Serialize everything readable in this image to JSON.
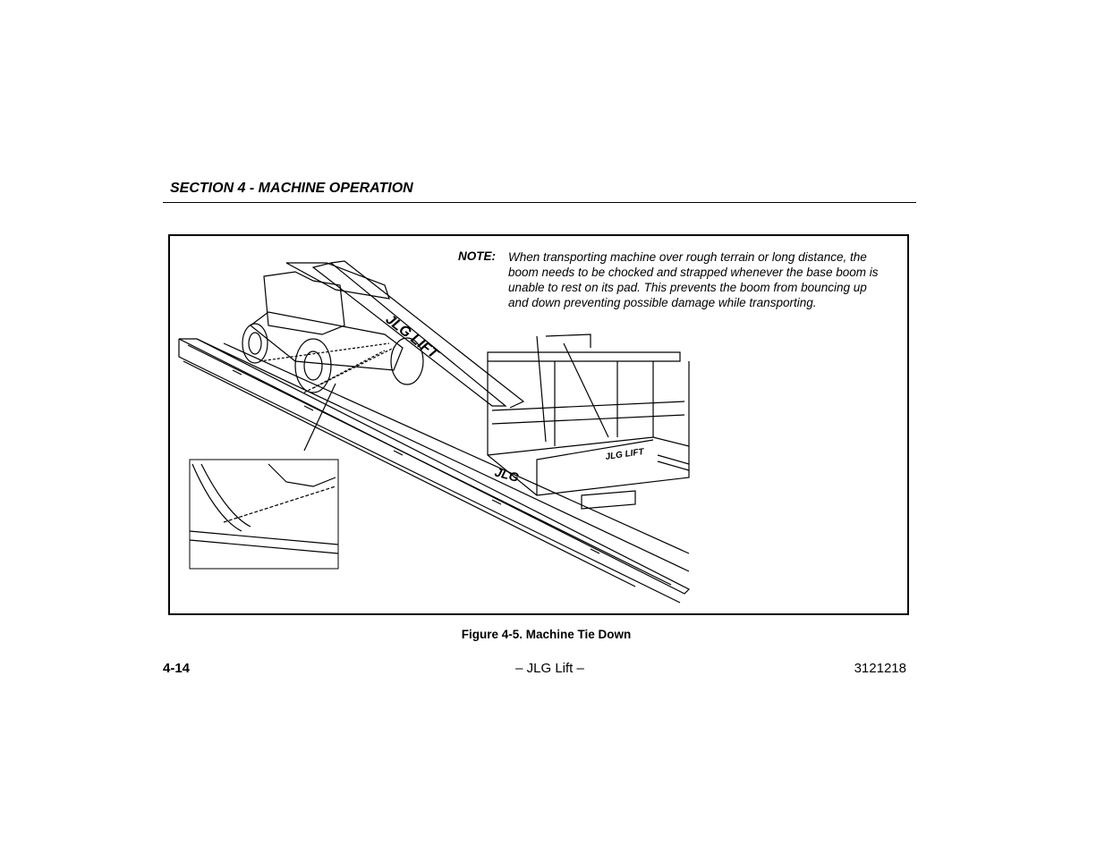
{
  "header": {
    "section_title": "SECTION 4 - MACHINE OPERATION"
  },
  "figure": {
    "note_label": "NOTE:",
    "note_text": "When transporting machine over rough terrain or long distance, the boom needs to be chocked and strapped whenever the base boom is unable to rest on its pad. This prevents the boom from bouncing up and down preventing possible damage while transporting.",
    "boom_brand": "JLG LIFT",
    "platform_brand": "JLG",
    "platform_brand_small": "JLG LIFT",
    "caption": "Figure 4-5. Machine Tie Down"
  },
  "footer": {
    "page_number": "4-14",
    "center": "– JLG Lift –",
    "doc_number": "3121218"
  }
}
